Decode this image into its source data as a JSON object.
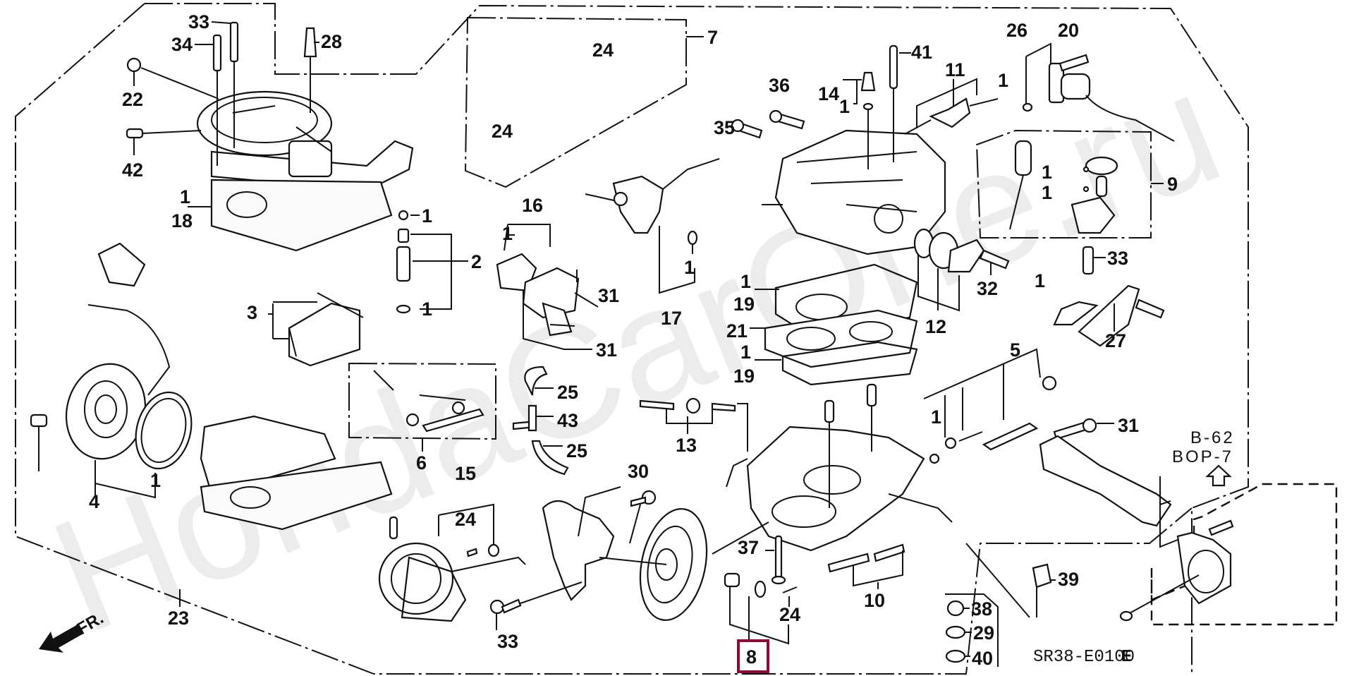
{
  "diagram": {
    "title": "Carburetor parts diagram",
    "watermark": "HondaCarOne.ru",
    "drawing_code": "SR38-E0100",
    "drawing_suffix": "E",
    "cross_reference": [
      "B-62",
      "BOP-7"
    ],
    "front_indicator": "FR.",
    "highlighted_part": "8",
    "highlight_color": "#8b0a35",
    "callouts": {
      "c33a": "33",
      "c34": "34",
      "c28": "28",
      "c22": "22",
      "c42": "42",
      "c1_18": "1",
      "c18": "18",
      "c7": "7",
      "c24a": "24",
      "c24b": "24",
      "c36": "36",
      "c35": "35",
      "c14": "14",
      "c1_14": "1",
      "c41": "41",
      "c11": "11",
      "c26": "26",
      "c1_26": "1",
      "c20": "20",
      "c9": "9",
      "c1_9a": "1",
      "c1_9b": "1",
      "c33b": "33",
      "c1_2a": "1",
      "c2": "2",
      "c1_2b": "1",
      "c16": "16",
      "c1_16": "1",
      "c31a": "31",
      "c31b": "31",
      "c1_17": "1",
      "c17": "17",
      "c1_19a": "1",
      "c19a": "19",
      "c21": "21",
      "c1_19b": "1",
      "c19b": "19",
      "c12": "12",
      "c32": "32",
      "c1_27": "1",
      "c27": "27",
      "c3": "3",
      "c25a": "25",
      "c43": "43",
      "c25b": "25",
      "c6": "6",
      "c13": "13",
      "c5": "5",
      "c1_5": "1",
      "c31c": "31",
      "c4": "4",
      "c1_4": "1",
      "c15": "15",
      "c24c": "24",
      "c30": "30",
      "c37": "37",
      "c24d": "24",
      "c10": "10",
      "c39": "39",
      "c23": "23",
      "c33c": "33",
      "c38": "38",
      "c29": "29",
      "c40": "40",
      "c8": "8"
    }
  }
}
